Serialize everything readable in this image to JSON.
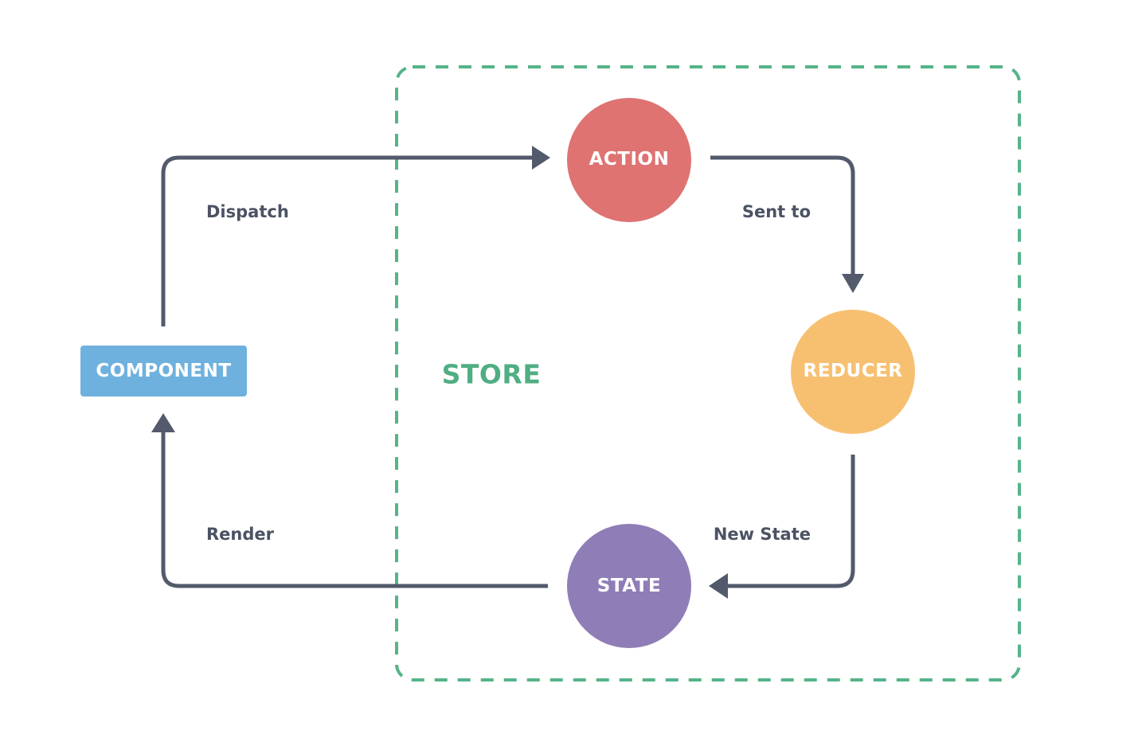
{
  "colors": {
    "line": "#525a6c",
    "store_border": "#55b488",
    "store_text": "#4fae82",
    "component": "#6fb1de",
    "action": "#de7372",
    "reducer": "#f7c071",
    "state": "#8f7db7",
    "edge_text": "#4b5263"
  },
  "store": {
    "label": "STORE"
  },
  "nodes": {
    "component": {
      "label": "COMPONENT",
      "shape": "rounded-rectangle"
    },
    "action": {
      "label": "ACTION",
      "shape": "circle"
    },
    "reducer": {
      "label": "REDUCER",
      "shape": "circle"
    },
    "state": {
      "label": "STATE",
      "shape": "circle"
    }
  },
  "edges": {
    "dispatch": {
      "label": "Dispatch",
      "from": "component",
      "to": "action"
    },
    "sent_to": {
      "label": "Sent to",
      "from": "action",
      "to": "reducer"
    },
    "new_state": {
      "label": "New State",
      "from": "reducer",
      "to": "state"
    },
    "render": {
      "label": "Render",
      "from": "state",
      "to": "component"
    }
  }
}
